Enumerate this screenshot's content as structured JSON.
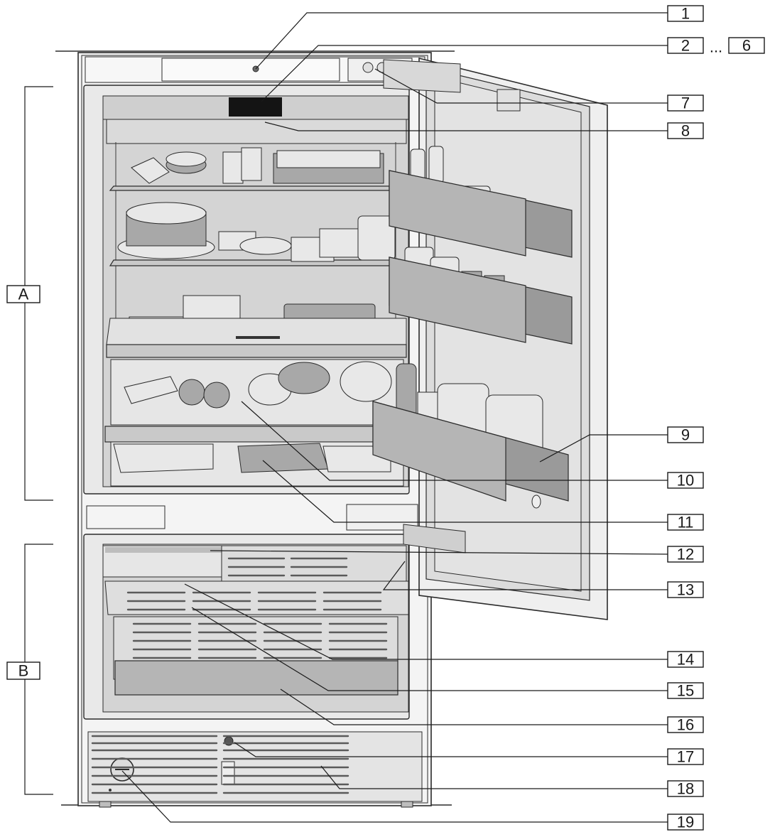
{
  "callouts": [
    {
      "id": "c1",
      "label": "1"
    },
    {
      "id": "c2",
      "label": "2"
    },
    {
      "id": "c6",
      "label": "6"
    },
    {
      "id": "c7",
      "label": "7"
    },
    {
      "id": "c8",
      "label": "8"
    },
    {
      "id": "c9",
      "label": "9"
    },
    {
      "id": "c10",
      "label": "10"
    },
    {
      "id": "c11",
      "label": "11"
    },
    {
      "id": "c12",
      "label": "12"
    },
    {
      "id": "c13",
      "label": "13"
    },
    {
      "id": "c14",
      "label": "14"
    },
    {
      "id": "c15",
      "label": "15"
    },
    {
      "id": "c16",
      "label": "16"
    },
    {
      "id": "c17",
      "label": "17"
    },
    {
      "id": "c18",
      "label": "18"
    },
    {
      "id": "c19",
      "label": "19"
    }
  ],
  "range_separator": "...",
  "sections": {
    "a": "A",
    "b": "B"
  },
  "colors": {
    "outline": "#2b2b2b",
    "cabinet_interior": "#ececec",
    "interior_wall": "#d6d6d6",
    "door_panel": "#dcdcdc",
    "bin_gray": "#9a9a9a"
  }
}
